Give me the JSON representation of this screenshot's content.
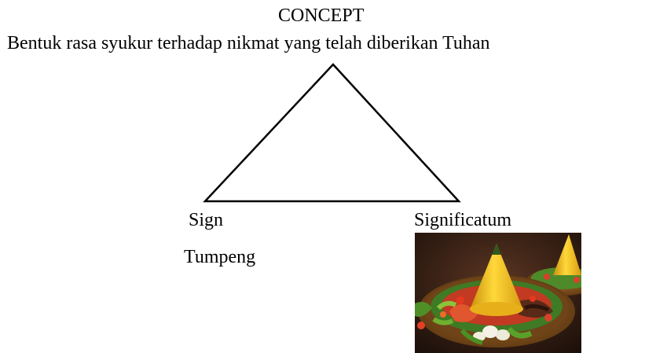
{
  "concept": {
    "title": "CONCEPT",
    "description": "Bentuk rasa syukur terhadap nikmat yang telah diberikan Tuhan"
  },
  "sign": {
    "label": "Sign",
    "value": "Tumpeng"
  },
  "significatum": {
    "label": "Significatum",
    "image_icon": "tumpeng-photo"
  },
  "colors": {
    "text": "#000000",
    "line": "#000000",
    "background": "#ffffff",
    "rice": "#f2c21a",
    "basket": "#8a5a1e",
    "dark_bg": "#2a1810"
  }
}
